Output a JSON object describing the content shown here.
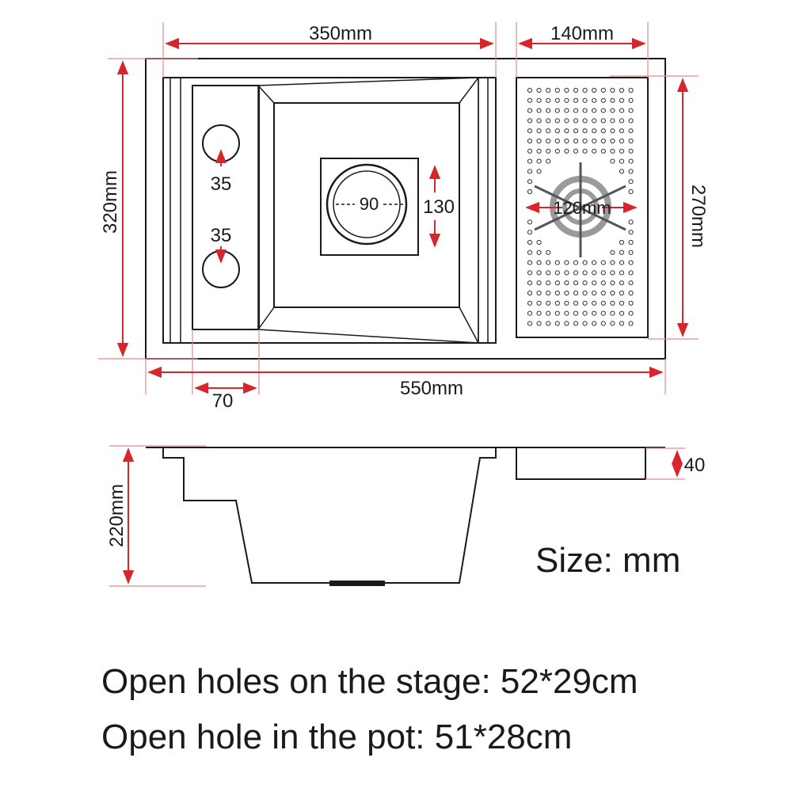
{
  "top_view": {
    "width_left_basin": "350mm",
    "width_drainer": "140mm",
    "height_total": "320mm",
    "height_drainer": "270mm",
    "total_width": "550mm",
    "ledge_width": "70",
    "hole_top_dia": "35",
    "hole_bottom_dia": "35",
    "drain_dia": "90",
    "drain_box": "130",
    "burner_dia": "120mm"
  },
  "side_view": {
    "depth": "220mm",
    "drainer_depth": "40"
  },
  "units_note": "Size: mm",
  "captions": {
    "stage_holes": "Open holes on the stage: 52*29cm",
    "pot_hole": "Open hole in the pot: 51*28cm"
  },
  "colors": {
    "outline": "#1a1a1a",
    "dimension": "#d6252b",
    "guide": "#e38a8a"
  }
}
